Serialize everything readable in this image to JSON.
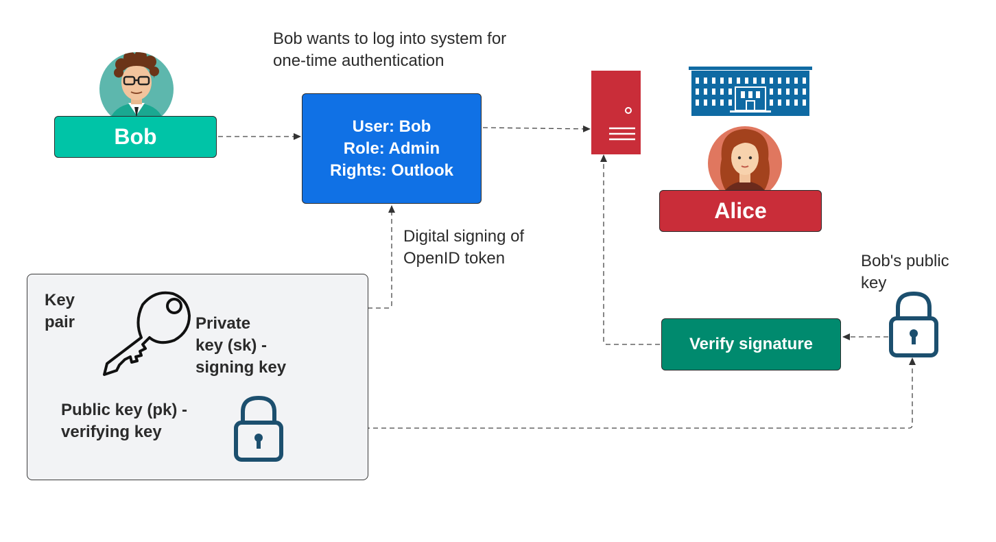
{
  "bob": {
    "label": "Bob"
  },
  "alice": {
    "label": "Alice"
  },
  "caption_login": [
    "Bob wants to log into system for",
    "one-time authentication"
  ],
  "token": {
    "lines": [
      "User: Bob",
      "Role: Admin",
      "Rights: Outlook"
    ]
  },
  "caption_signing": [
    "Digital signing of",
    "OpenID token"
  ],
  "key_pair": {
    "title": [
      "Key",
      "pair"
    ],
    "private_key": [
      "Private",
      "key (sk)  -",
      "signing key"
    ],
    "public_key": [
      "Public  key (pk) -",
      "verifying key"
    ]
  },
  "bobs_public_key": [
    "Bob's public",
    "key"
  ],
  "verify": {
    "label": "Verify signature"
  },
  "colors": {
    "bob_teal": "#00c4a7",
    "alice_red": "#c92d39",
    "token_blue": "#1071e5",
    "verify_green": "#008a6e",
    "server_red": "#c92d39",
    "building_blue": "#0f6aa3",
    "lock_navy": "#1c4f6e"
  },
  "icons": [
    "bob-avatar-icon",
    "server-icon",
    "building-icon",
    "alice-avatar-icon",
    "key-icon",
    "lock-icon"
  ]
}
